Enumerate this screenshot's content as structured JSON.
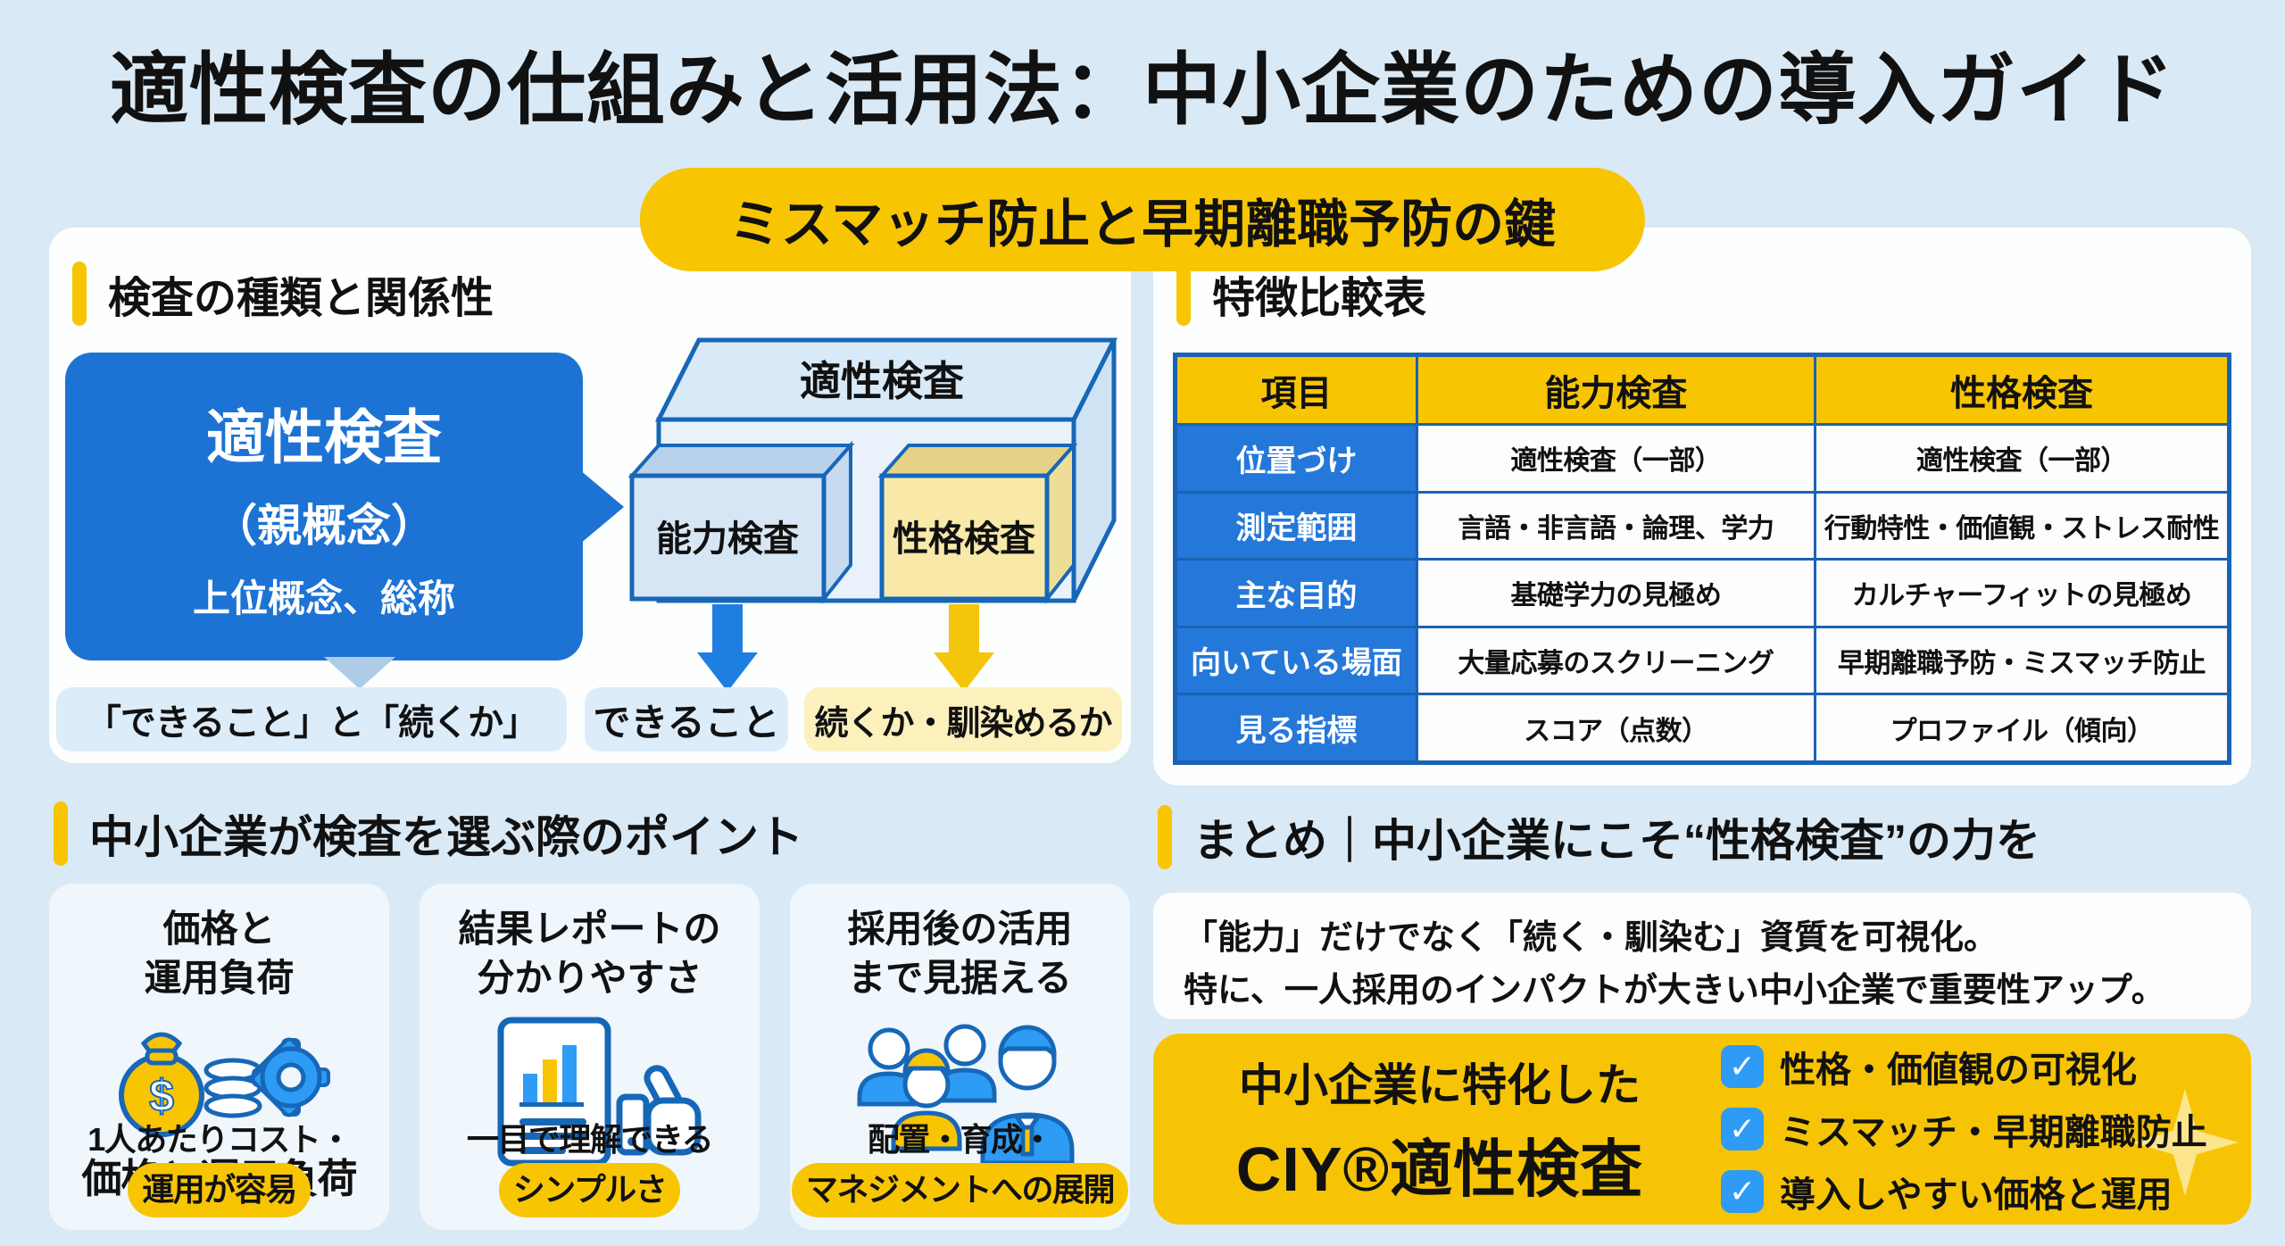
{
  "page": {
    "title": "適性検査の仕組みと活用法：中小企業のための導入ガイド",
    "badge": "ミスマッチ防止と早期離職予防の鍵"
  },
  "colors": {
    "background": "#d9e9f5",
    "primary_blue": "#1c73d4",
    "accent_yellow": "#f8c502",
    "light_blue_pill": "#ddecf9",
    "light_yellow_pill": "#fcf1bd",
    "table_border": "#1a62b5",
    "table_label_blue": "#2478d9",
    "checkbox_blue": "#2e9bf5"
  },
  "types_section": {
    "heading": "検査の種類と関係性",
    "bubble": {
      "line1": "適性検査",
      "line2": "（親概念）",
      "line3": "上位概念、総称"
    },
    "box_diagram": {
      "outer_label": "適性検査",
      "left_box_label": "能力検査",
      "right_box_label": "性格検査"
    },
    "captions": {
      "parent": "「できること」と「続くか」",
      "ability": "できること",
      "personality": "続くか・馴染めるか"
    }
  },
  "comparison_section": {
    "heading": "特徴比較表",
    "table": {
      "headers": [
        "項目",
        "能力検査",
        "性格検査"
      ],
      "rows": [
        {
          "label": "位置づけ",
          "ability": "適性検査（一部）",
          "personality": "適性検査（一部）"
        },
        {
          "label": "測定範囲",
          "ability": "言語・非言語・論理、学力",
          "personality": "行動特性・価値観・ストレス耐性"
        },
        {
          "label": "主な目的",
          "ability": "基礎学力の見極め",
          "personality": "カルチャーフィットの見極め"
        },
        {
          "label": "向いている場面",
          "ability": "大量応募のスクリーニング",
          "personality": "早期離職予防・ミスマッチ防止"
        },
        {
          "label": "見る指標",
          "ability": "スコア（点数）",
          "personality": "プロファイル（傾向）"
        }
      ]
    }
  },
  "points_section": {
    "heading": "中小企業が検査を選ぶ際のポイント",
    "cards": [
      {
        "title_line1": "価格と",
        "title_line2": "運用負荷",
        "icon": "money-bag-gear-icon",
        "subtitle": "価格と運用負荷",
        "footer_line1": "1人あたりコスト・",
        "footer_highlight": "運用が容易"
      },
      {
        "title_line1": "結果レポートの",
        "title_line2": "分かりやすさ",
        "icon": "report-thumbs-up-icon",
        "footer_line1": "一目で理解できる",
        "footer_highlight": "シンプルさ"
      },
      {
        "title_line1": "採用後の活用",
        "title_line2": "まで見据える",
        "icon": "people-group-icon",
        "footer_line1": "配置・育成・",
        "footer_highlight": "マネジメントへの展開"
      }
    ]
  },
  "summary_section": {
    "heading": "まとめ｜中小企業にこそ“性格検査”の力を",
    "note_line1": "「能力」だけでなく「続く・馴染む」資質を可視化。",
    "note_line2": "特に、一人採用のインパクトが大きい中小企業で重要性アップ。",
    "cta": {
      "tagline": "中小企業に特化した",
      "product": "CIY®適性検査",
      "check_glyph": "✓",
      "checklist": [
        "性格・価値観の可視化",
        "ミスマッチ・早期離職防止",
        "導入しやすい価格と運用"
      ]
    }
  },
  "icons": {
    "dollar_glyph": "$"
  }
}
